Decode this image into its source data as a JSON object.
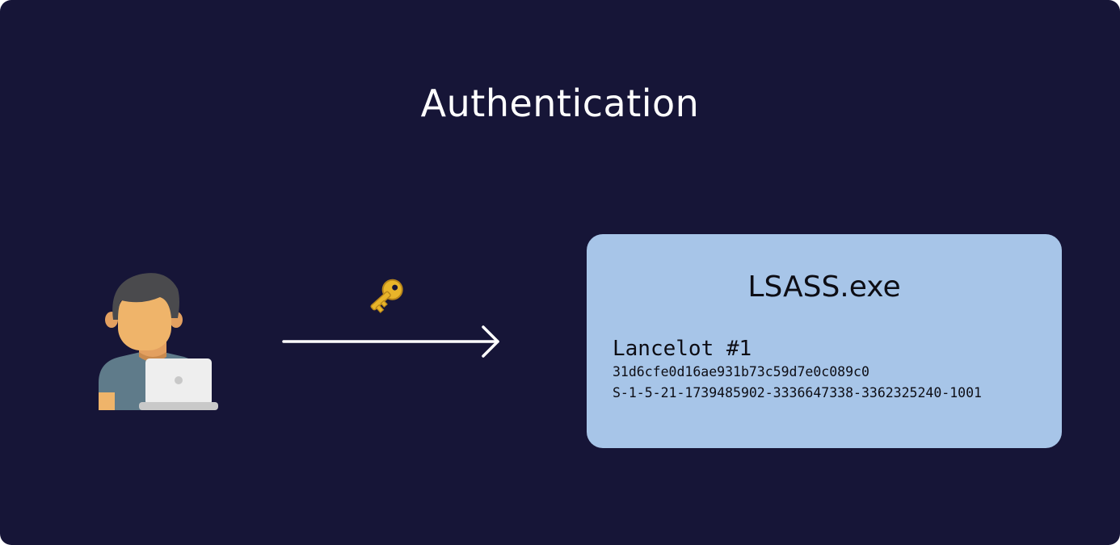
{
  "title": "Authentication",
  "icons": {
    "user": "user-with-laptop-icon",
    "credential": "key-icon",
    "flow": "arrow-right-icon"
  },
  "lsass": {
    "title": "LSASS.exe",
    "account": "Lancelot #1",
    "hash": "31d6cfe0d16ae931b73c59d7e0c089c0",
    "sid": "S-1-5-21-1739485902-3336647338-3362325240-1001"
  },
  "colors": {
    "background": "#161537",
    "box": "#a7c5e8",
    "text_light": "#ffffff",
    "text_dark": "#0d0d14"
  }
}
